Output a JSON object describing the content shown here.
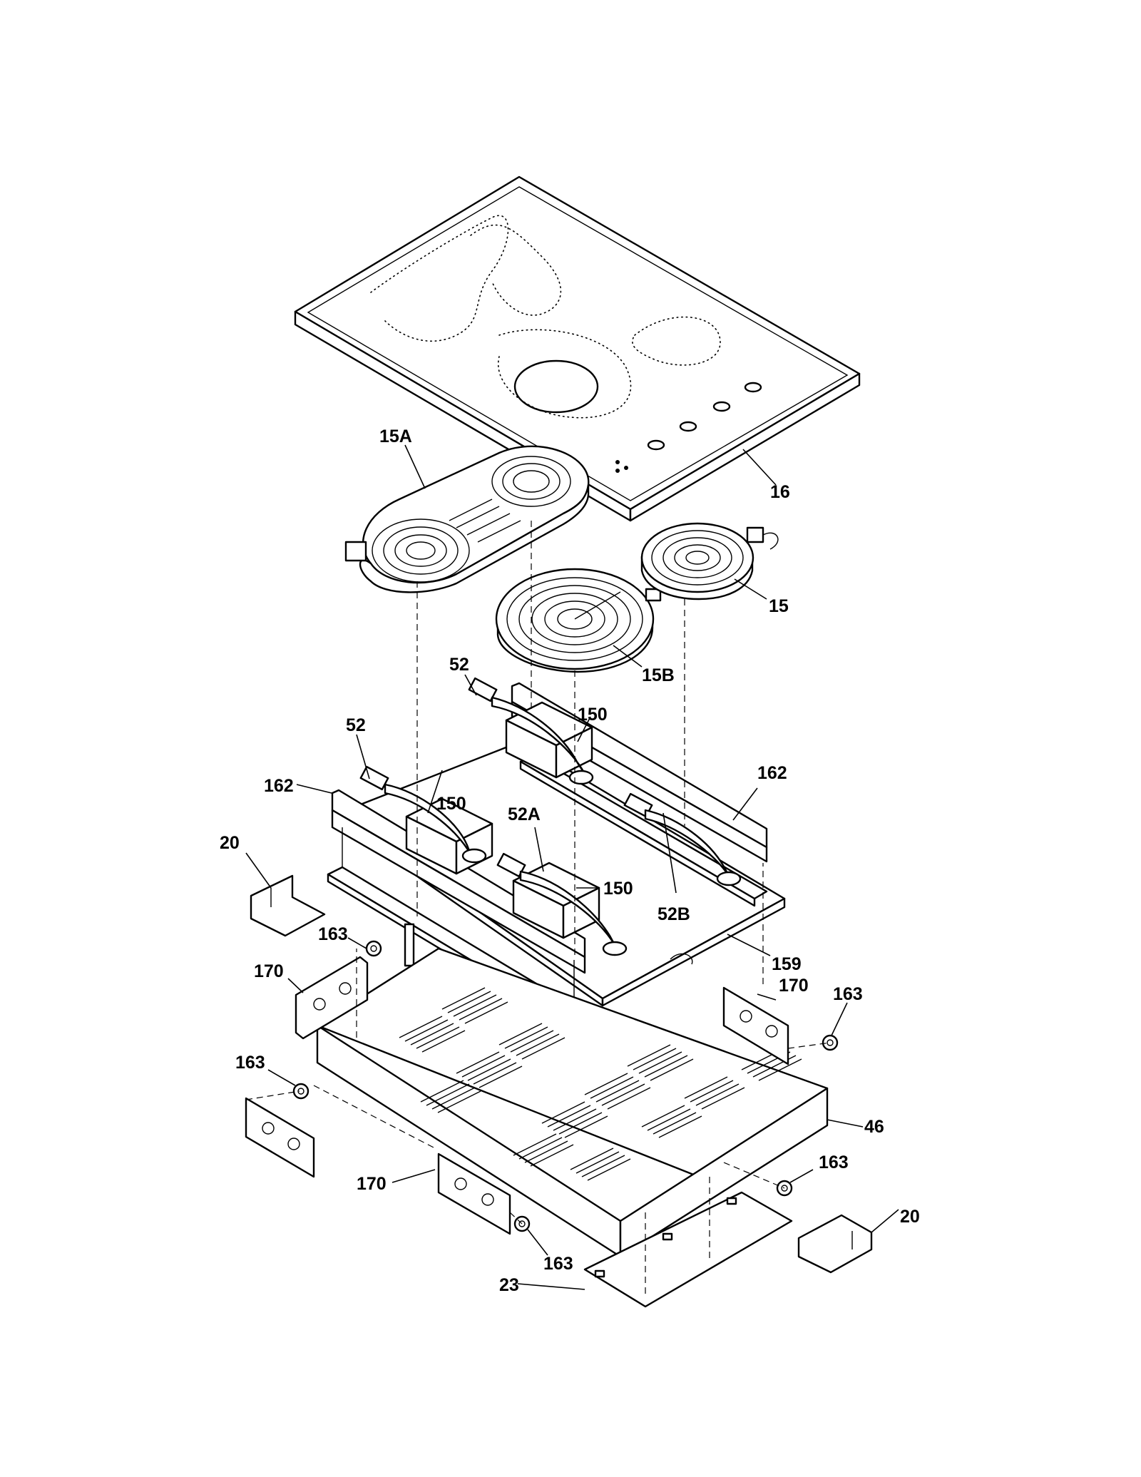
{
  "diagram": {
    "callouts": [
      {
        "id": "16",
        "text": "16"
      },
      {
        "id": "15A",
        "text": "15A"
      },
      {
        "id": "15",
        "text": "15"
      },
      {
        "id": "15B",
        "text": "15B"
      },
      {
        "id": "52a",
        "text": "52"
      },
      {
        "id": "52b",
        "text": "52"
      },
      {
        "id": "150a",
        "text": "150"
      },
      {
        "id": "150b",
        "text": "150"
      },
      {
        "id": "150c",
        "text": "150"
      },
      {
        "id": "162a",
        "text": "162"
      },
      {
        "id": "162b",
        "text": "162"
      },
      {
        "id": "52A",
        "text": "52A"
      },
      {
        "id": "52B",
        "text": "52B"
      },
      {
        "id": "20a",
        "text": "20"
      },
      {
        "id": "20b",
        "text": "20"
      },
      {
        "id": "159",
        "text": "159"
      },
      {
        "id": "163a",
        "text": "163"
      },
      {
        "id": "163b",
        "text": "163"
      },
      {
        "id": "163c",
        "text": "163"
      },
      {
        "id": "163d",
        "text": "163"
      },
      {
        "id": "163e",
        "text": "163"
      },
      {
        "id": "170a",
        "text": "170"
      },
      {
        "id": "170b",
        "text": "170"
      },
      {
        "id": "170c",
        "text": "170"
      },
      {
        "id": "46",
        "text": "46"
      },
      {
        "id": "23",
        "text": "23"
      }
    ]
  }
}
